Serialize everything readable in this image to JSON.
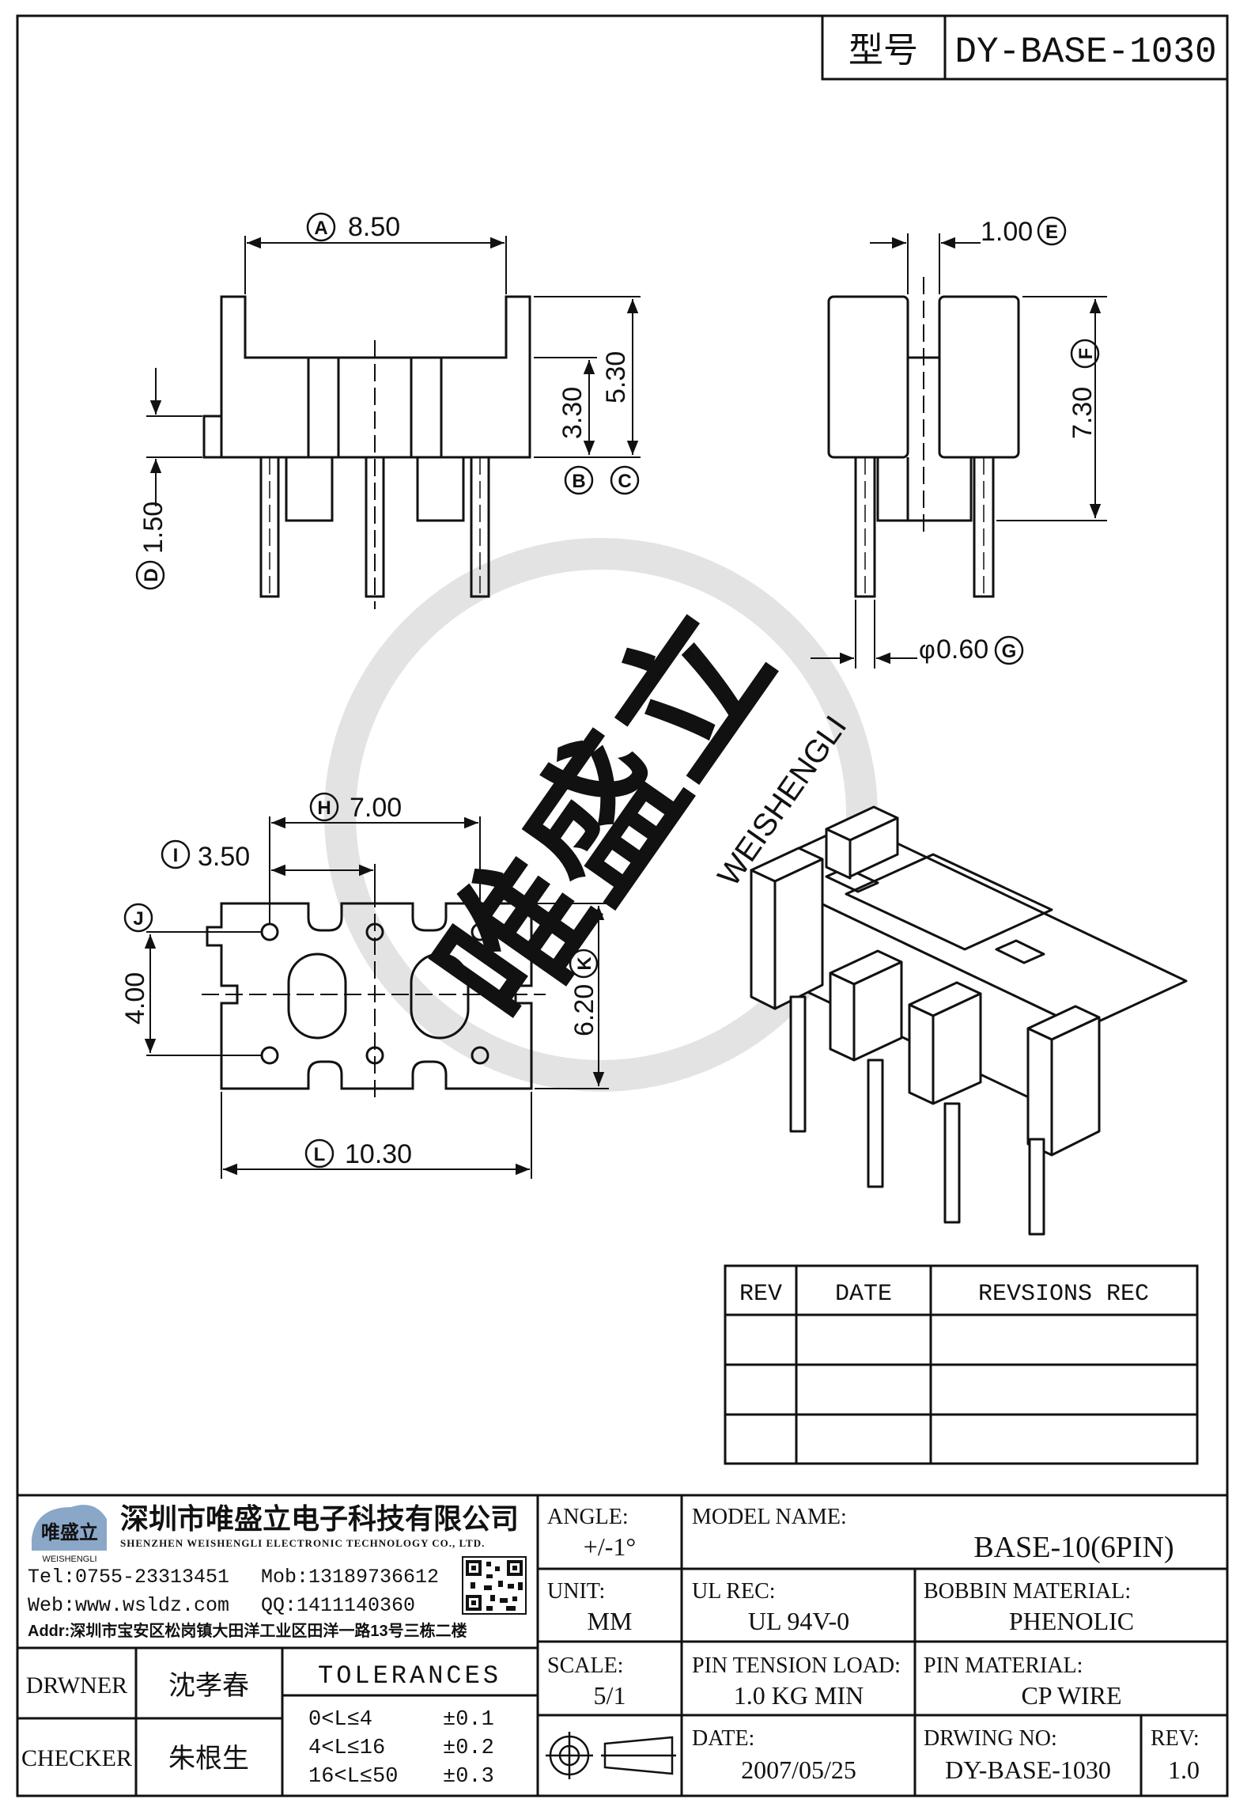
{
  "header": {
    "model_label": "型号",
    "model_value": "DY-BASE-1030"
  },
  "dimensions": {
    "A": {
      "letter": "A",
      "value": "8.50"
    },
    "B": {
      "letter": "B"
    },
    "C": {
      "letter": "C"
    },
    "B_value": "3.30",
    "C_value": "5.30",
    "D": {
      "letter": "D",
      "value": "1.50"
    },
    "E": {
      "letter": "E",
      "value": "1.00"
    },
    "F": {
      "letter": "F",
      "value": "7.30"
    },
    "G": {
      "letter": "G",
      "value": "0.60",
      "prefix": "φ"
    },
    "H": {
      "letter": "H",
      "value": "7.00"
    },
    "I": {
      "letter": "I",
      "value": "3.50"
    },
    "J": {
      "letter": "J",
      "value": "4.00"
    },
    "K": {
      "letter": "K",
      "value": "6.20"
    },
    "L": {
      "letter": "L",
      "value": "10.30"
    }
  },
  "watermark": {
    "cn": "唯盛立",
    "en": "WEISHENGLI"
  },
  "revision_table": {
    "headers": [
      "REV",
      "DATE",
      "REVSIONS REC"
    ],
    "rows": [
      [
        "",
        "",
        ""
      ],
      [
        "",
        "",
        ""
      ],
      [
        "",
        "",
        ""
      ]
    ]
  },
  "company": {
    "logo_cn": "唯盛立",
    "logo_en": "WEISHENGLI",
    "name_cn": "深圳市唯盛立电子科技有限公司",
    "name_en": "SHENZHEN WEISHENGLI ELECTRONIC TECHNOLOGY CO., LTD.",
    "tel": "Tel:0755-23313451",
    "mob": "Mob:13189736612",
    "web": "Web:www.wsldz.com",
    "qq": "QQ:1411140360",
    "addr": "Addr:深圳市宝安区松岗镇大田洋工业区田洋一路13号三栋二楼"
  },
  "title_block": {
    "angle_label": "ANGLE:",
    "angle_value": "+/-1°",
    "model_name_label": "MODEL NAME:",
    "model_name_value": "BASE-10(6PIN)",
    "unit_label": "UNIT:",
    "unit_value": "MM",
    "ul_label": "UL REC:",
    "ul_value": "UL 94V-0",
    "bobbin_label": "BOBBIN MATERIAL:",
    "bobbin_value": "PHENOLIC",
    "scale_label": "SCALE:",
    "scale_value": "5/1",
    "pin_tension_label": "PIN TENSION LOAD:",
    "pin_tension_value": "1.0 KG MIN",
    "pin_material_label": "PIN MATERIAL:",
    "pin_material_value": "CP WIRE",
    "date_label": "DATE:",
    "date_value": "2007/05/25",
    "drawing_no_label": "DRWING NO:",
    "drawing_no_value": "DY-BASE-1030",
    "rev_label": "REV:",
    "rev_value": "1.0",
    "drawer_label": "DRWNER",
    "drawer_value": "沈孝春",
    "checker_label": "CHECKER",
    "checker_value": "朱根生",
    "tolerances_label": "TOLERANCES",
    "tolerances": [
      {
        "range": "0<L≤4",
        "value": "±0.1"
      },
      {
        "range": "4<L≤16",
        "value": "±0.2"
      },
      {
        "range": "16<L≤50",
        "value": "±0.3"
      }
    ]
  },
  "colors": {
    "line": "#111111",
    "watermark": "#d9d9d9"
  }
}
